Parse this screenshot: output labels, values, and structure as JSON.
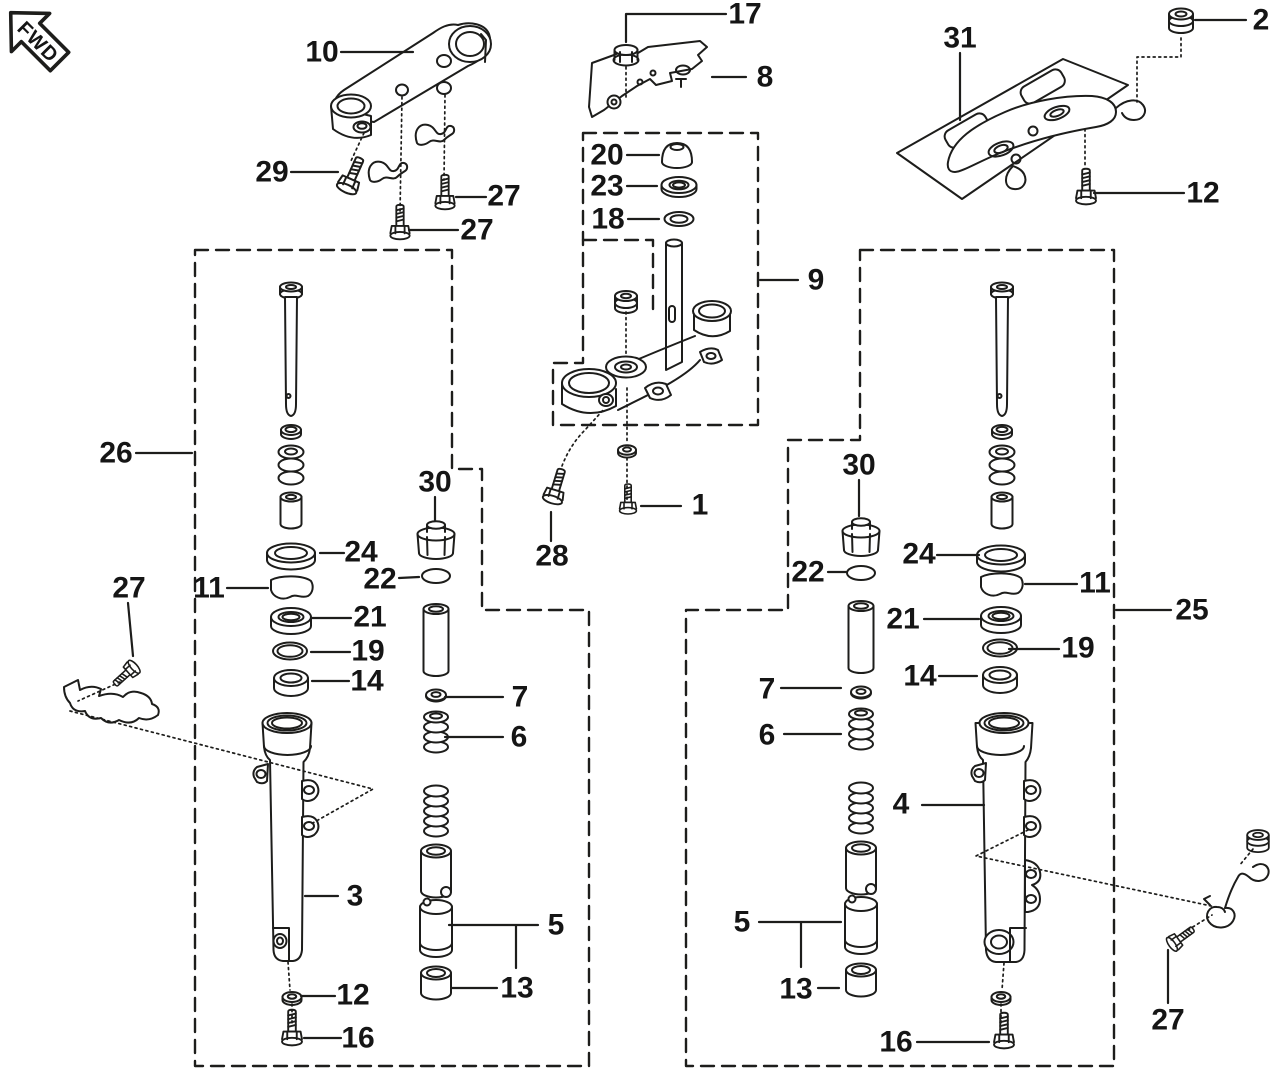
{
  "diagram": {
    "fwd_badge": "FWD",
    "parts": {
      "p1": "1",
      "p2": "2",
      "p3": "3",
      "p4": "4",
      "p5": "5",
      "p6": "6",
      "p7": "7",
      "p8": "8",
      "p9": "9",
      "p10": "10",
      "p11": "11",
      "p12": "12",
      "p13": "13",
      "p14": "14",
      "p16": "16",
      "p17": "17",
      "p18": "18",
      "p19": "19",
      "p20": "20",
      "p21": "21",
      "p22": "22",
      "p23": "23",
      "p24": "24",
      "p25": "25",
      "p26": "26",
      "p27": "27",
      "p28": "28",
      "p29": "29",
      "p30": "30",
      "p31": "31"
    }
  }
}
